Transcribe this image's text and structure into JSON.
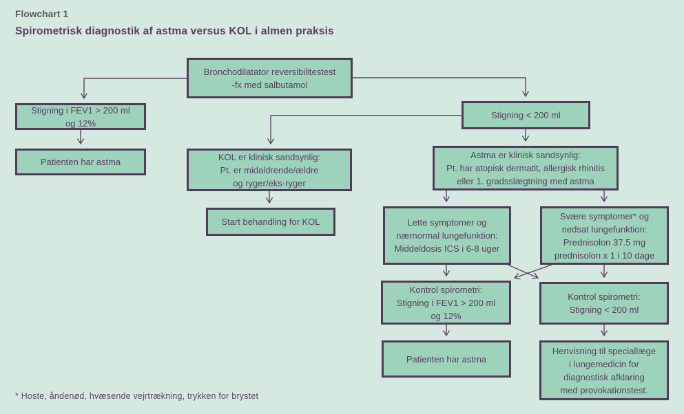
{
  "header": {
    "label": "Flowchart 1",
    "title": "Spirometrisk diagnostik af astma versus KOL i almen praksis"
  },
  "flowchart": {
    "nodes": {
      "bronchodilatator": "Bronchodilatator reversibilitestest\n-fx med salbutamol",
      "stigning_over": "Stigning i FEV1 > 200 ml\nog 12%",
      "patient_astma_left": "Patienten har astma",
      "stigning_under": "Stigning < 200 ml",
      "kol_sandsynlig": "KOL er klinisk sandsynlig:\nPt. er midaldrende/ældre\nog ryger/eks-ryger",
      "start_kol": "Start behandling for KOL",
      "astma_sandsynlig": "Astma er klinisk sandsynlig:\nPt. har atopisk dermatit, allergisk rhinitis\neller 1. gradsslægtning med astma",
      "lette_symptomer": "Lette symptomer og\nnærnormal lungefunktion:\nMiddeldosis ICS i 6-8 uger",
      "svaere_symptomer": "Svære symptomer* og\nnedsat lungefunktion:\nPrednisolon 37.5 mg\nprednisolon x 1 i 10 dage",
      "kontrol_over": "Kontrol spirometri:\nStigning i FEV1 > 200 ml\nog 12%",
      "kontrol_under": "Kontrol spirometri:\nStigning < 200 ml",
      "patient_astma_bottom": "Patienten har astma",
      "henvisning": "Henvisning til speciallæge\ni lungemedicin for\ndiagnostisk afklaring\nmed provokationstest."
    },
    "colors": {
      "background": "#d6e9e0",
      "node_fill": "#9dd3bb",
      "node_border": "#533a5c",
      "connector": "#5d4263",
      "header_label": "#55575c",
      "header_title": "#5e3a64",
      "node_text": "#593d62"
    }
  },
  "footnote": "* Hoste, åndenød, hvæsende vejrtrækning, trykken for brystet"
}
